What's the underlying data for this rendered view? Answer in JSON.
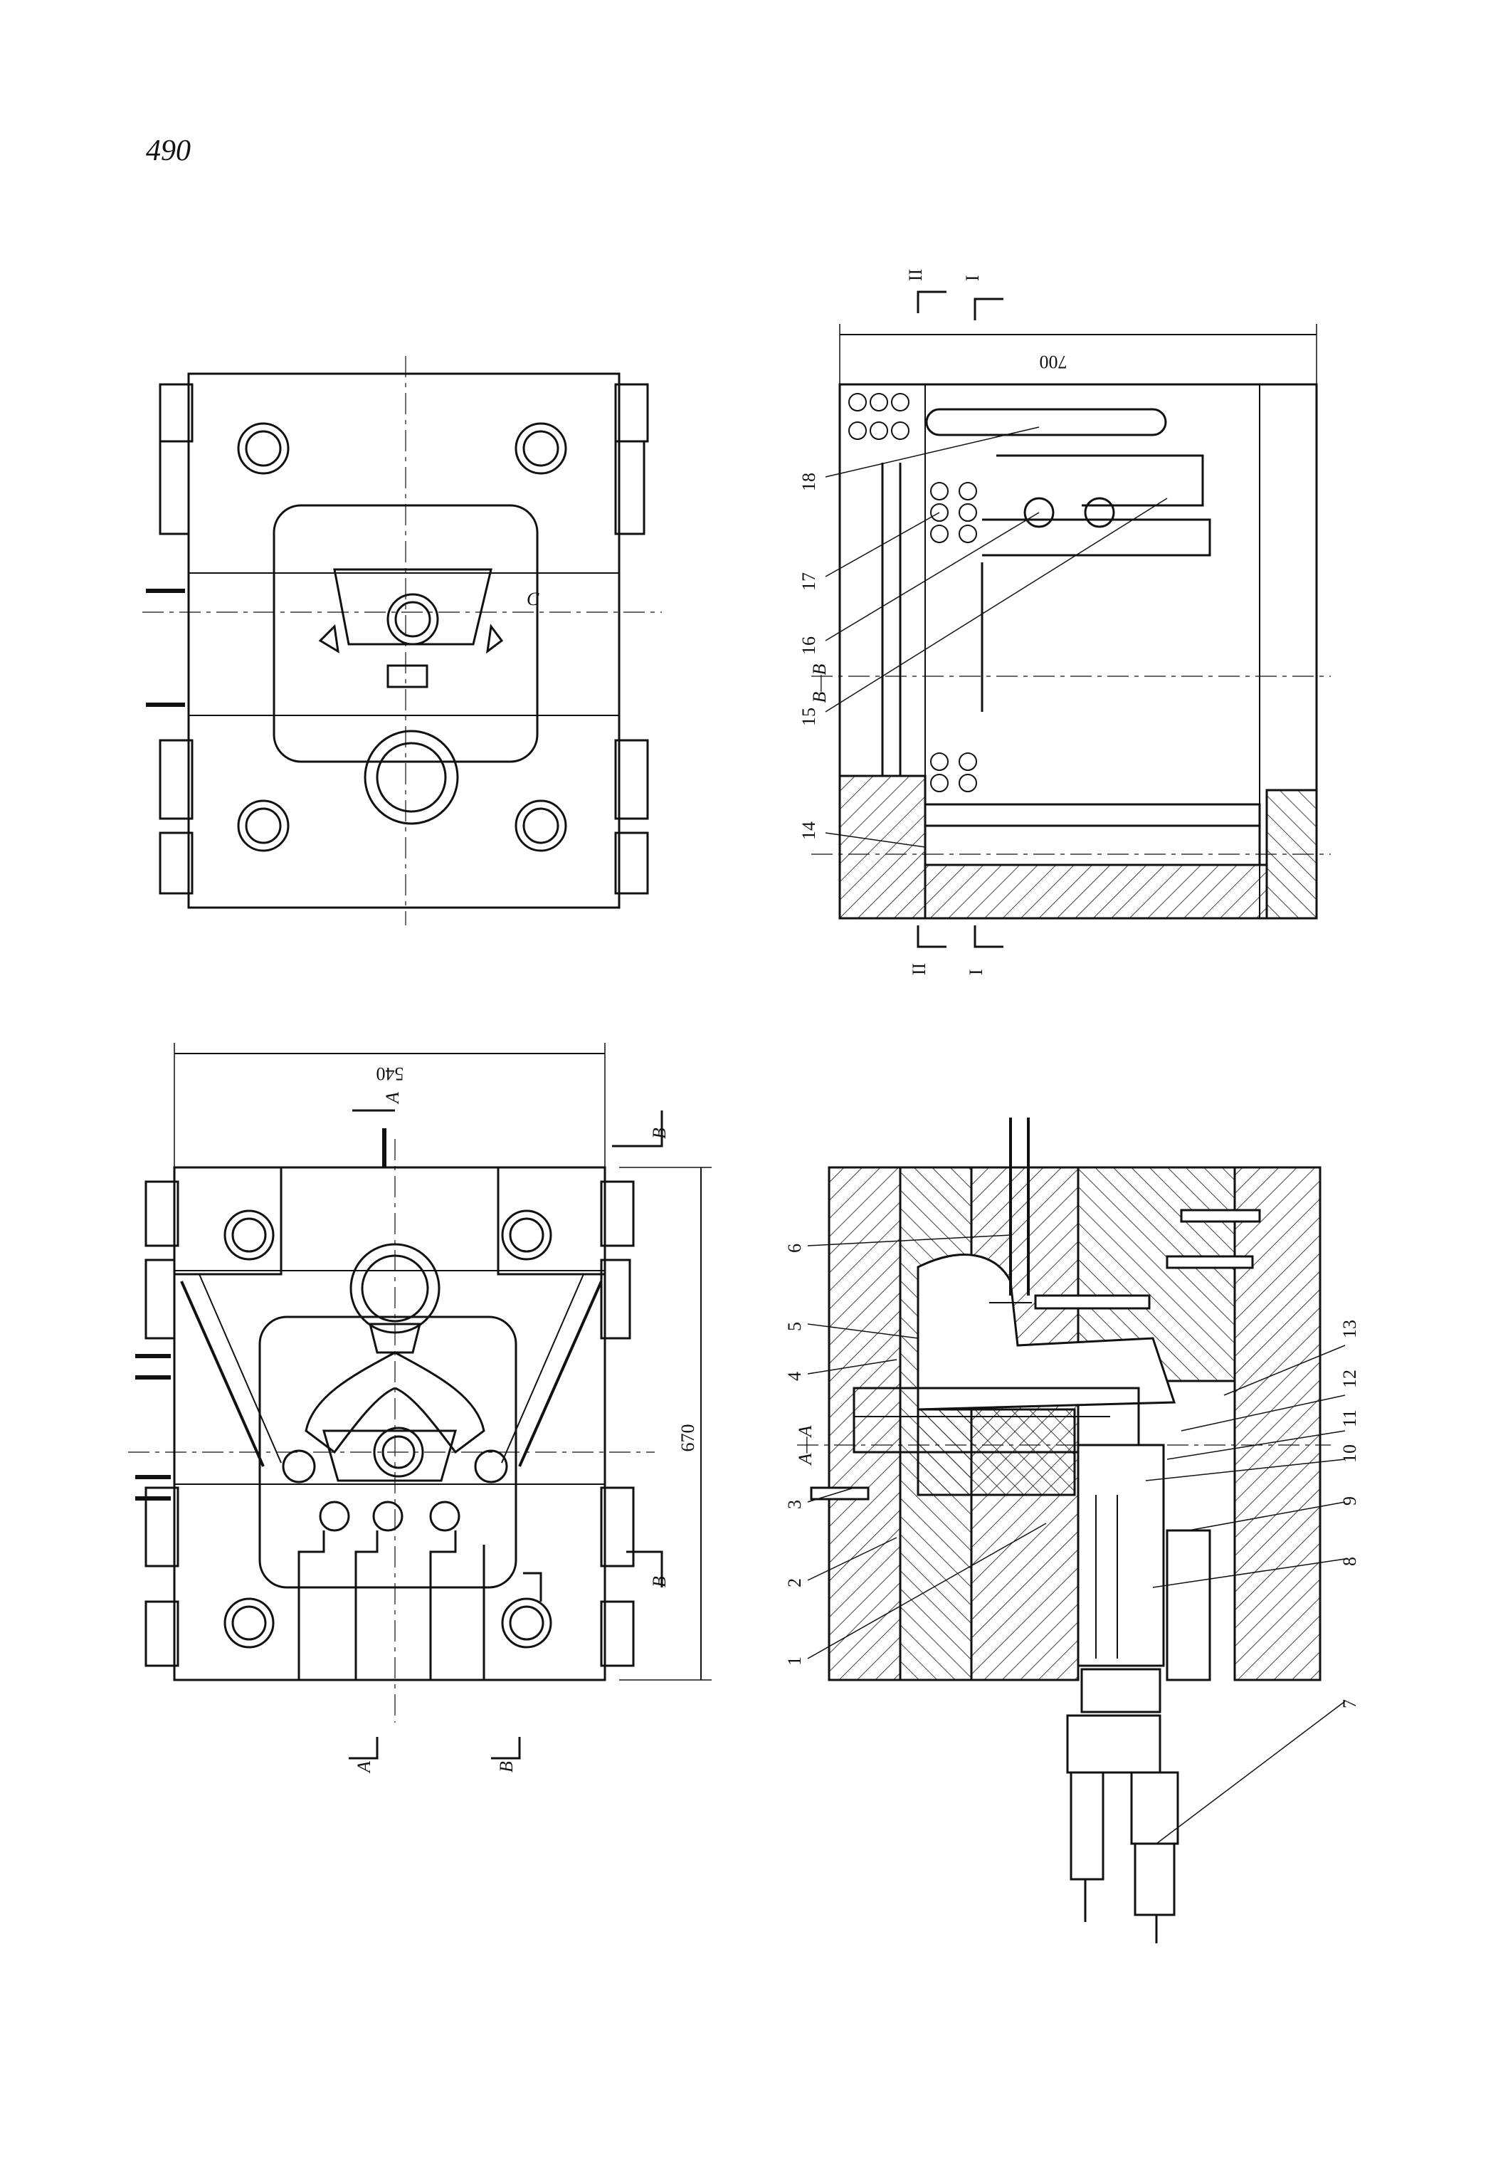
{
  "page": {
    "number": "490"
  },
  "views": {
    "top_left": {
      "section_mark_c": "C"
    },
    "top_right": {
      "section_title": "B—B",
      "dimension": "700",
      "cut_marks": [
        "II",
        "I",
        "II",
        "I"
      ],
      "callouts": [
        "18",
        "17",
        "16",
        "15",
        "14"
      ]
    },
    "bottom_left": {
      "width_dimension": "540",
      "height_dimension": "670",
      "section_marks": [
        "A",
        "B",
        "B",
        "A",
        "B"
      ]
    },
    "bottom_right": {
      "section_title": "A—A",
      "callouts_left": [
        "6",
        "5",
        "4",
        "3",
        "2",
        "1"
      ],
      "callouts_right": [
        "13",
        "12",
        "11",
        "10",
        "9",
        "8",
        "7"
      ]
    }
  },
  "colors": {
    "line": "#111111",
    "paper": "#ffffff"
  }
}
